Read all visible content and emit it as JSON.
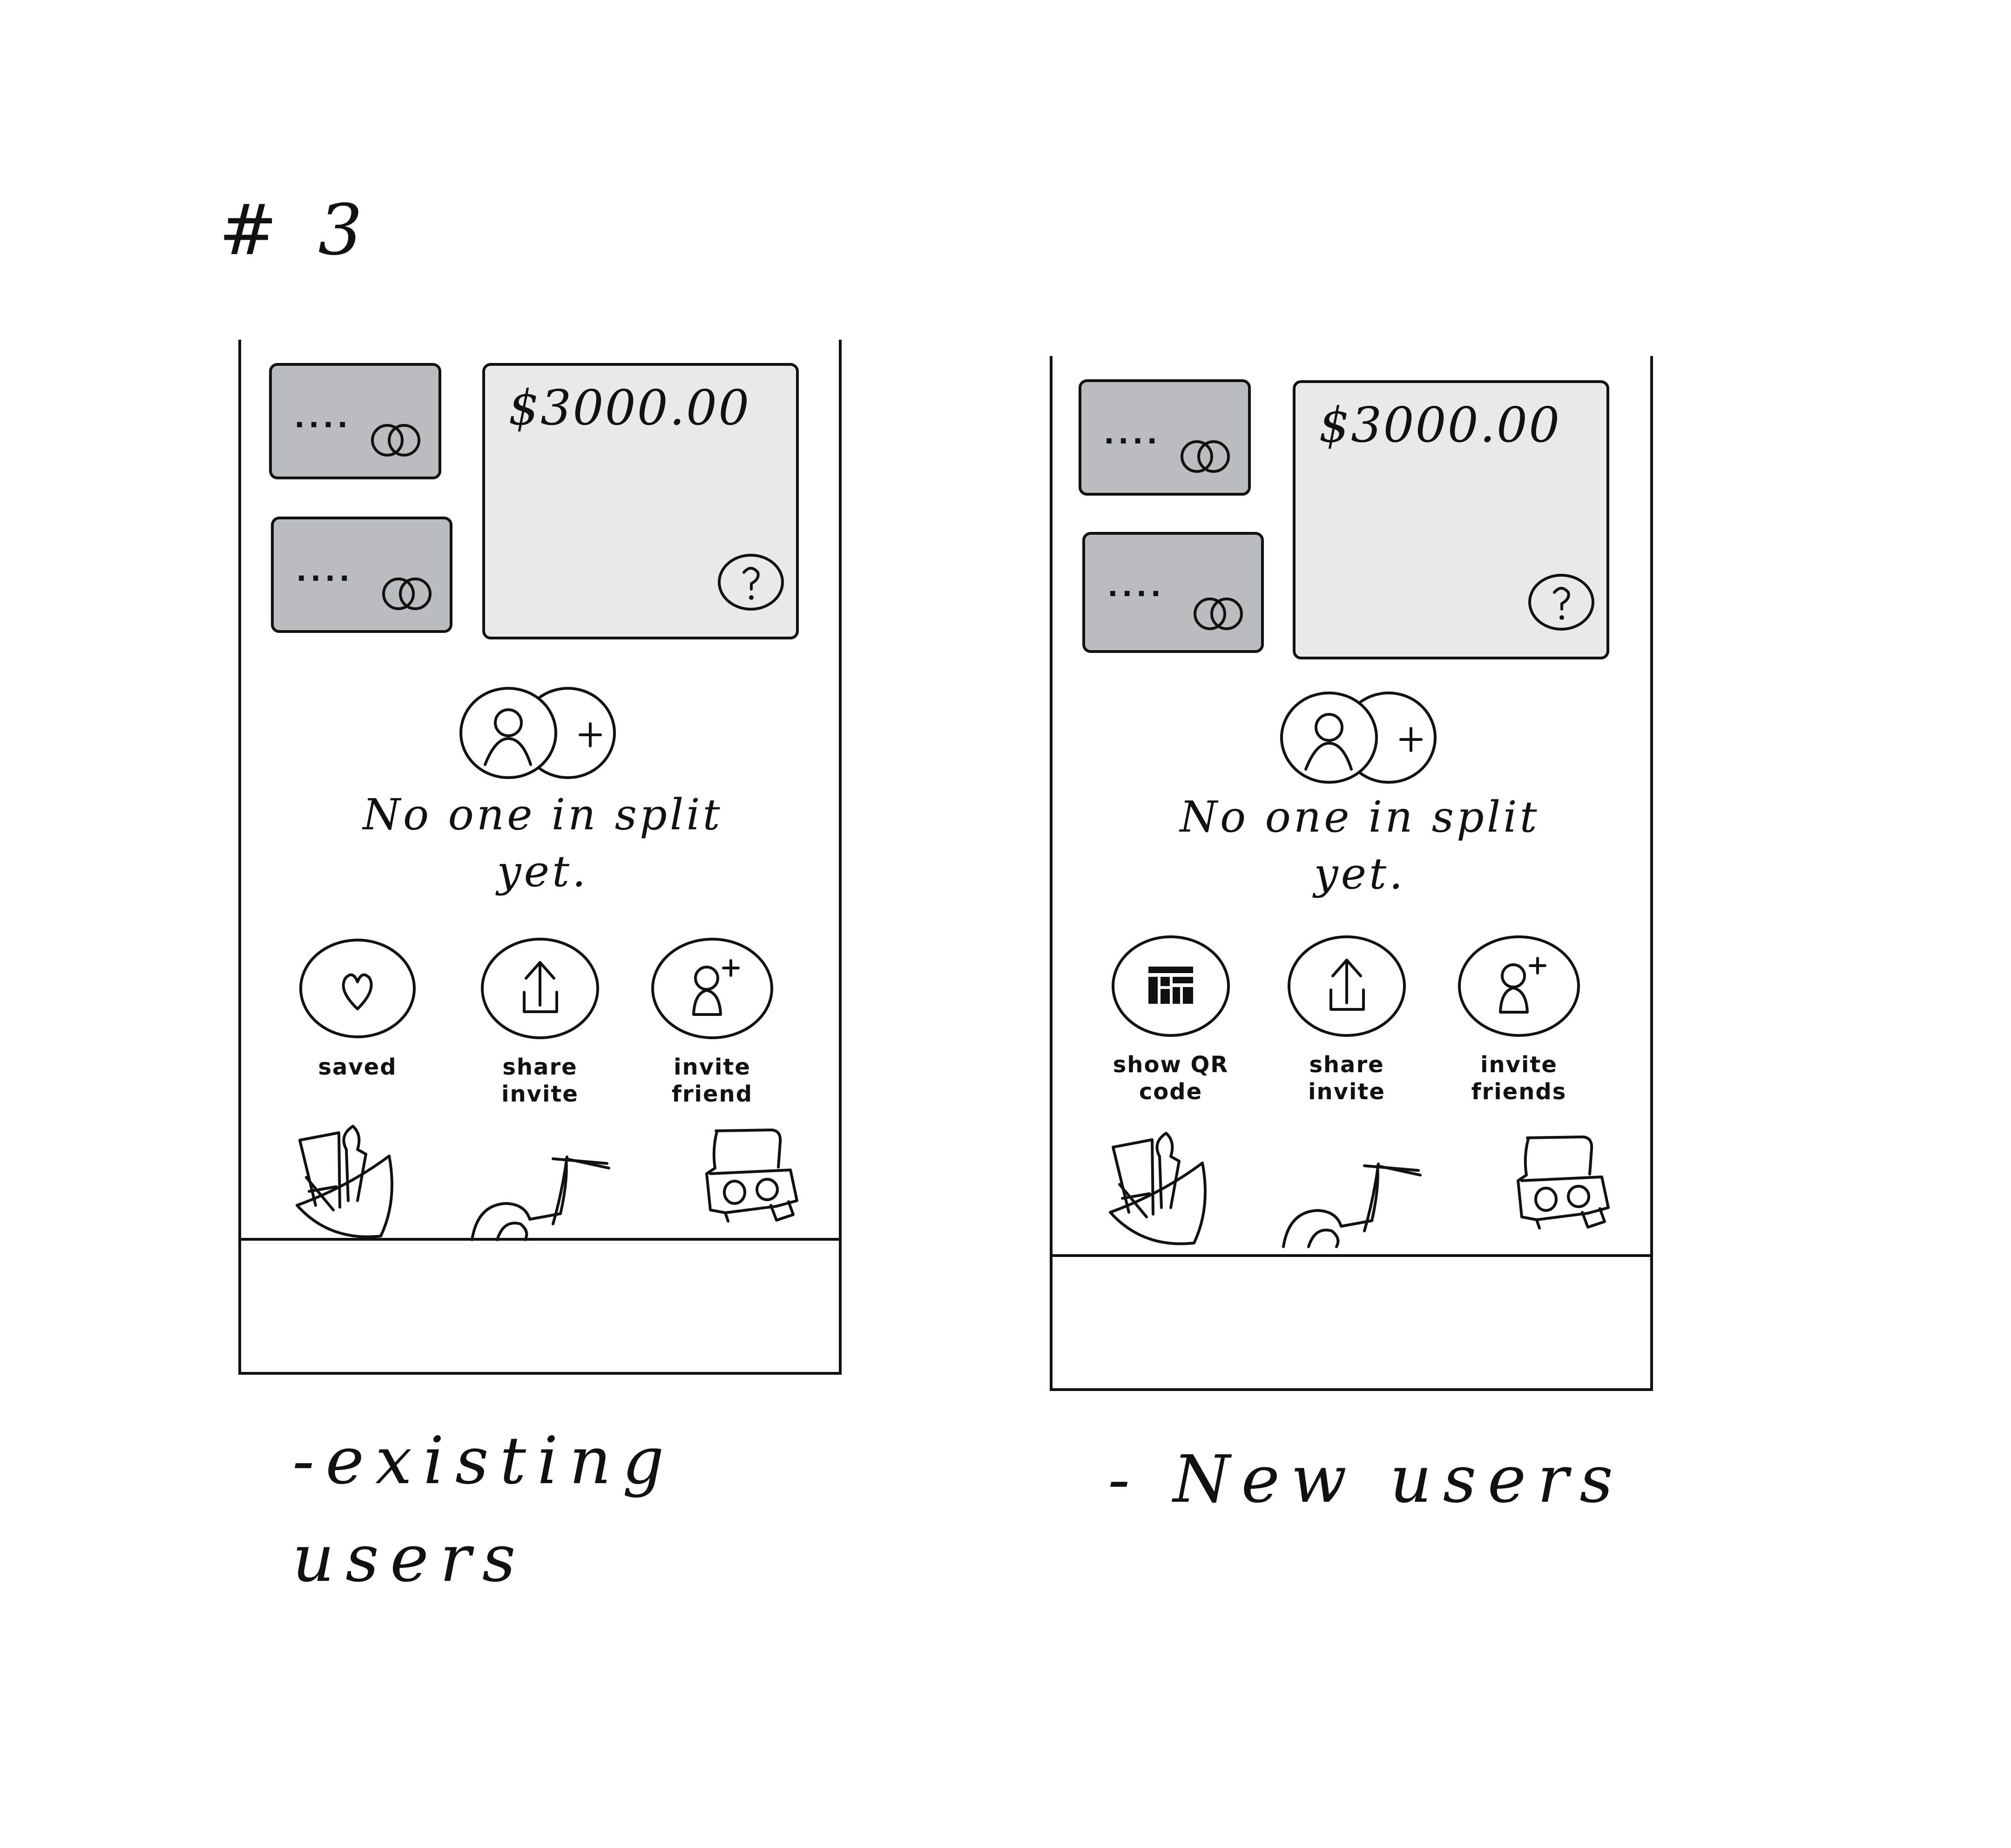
{
  "sheet": {
    "title": "# 3"
  },
  "frames": {
    "existing": {
      "balance": "$3000.00",
      "card_mask": "....",
      "empty_state_line1": "No one in split",
      "empty_state_line2": "yet.",
      "actions": [
        {
          "label": "saved",
          "icon": "heart-icon"
        },
        {
          "label": "share\ninvite",
          "icon": "share-upload-icon"
        },
        {
          "label": "invite\nfriend",
          "icon": "add-person-icon"
        }
      ],
      "caption": "-existing\n users"
    },
    "new": {
      "balance": "$3000.00",
      "card_mask": "....",
      "empty_state_line1": "No one in split",
      "empty_state_line2": "yet.",
      "actions": [
        {
          "label": "show QR\ncode",
          "icon": "qr-code-icon"
        },
        {
          "label": "share\ninvite",
          "icon": "share-upload-icon"
        },
        {
          "label": "invite\nfriends",
          "icon": "add-person-icon"
        }
      ],
      "caption": "- New users"
    }
  },
  "colors": {
    "card_dark": "#b9bdbd",
    "card_light": "#e9e9e7",
    "ink": "#111111"
  }
}
